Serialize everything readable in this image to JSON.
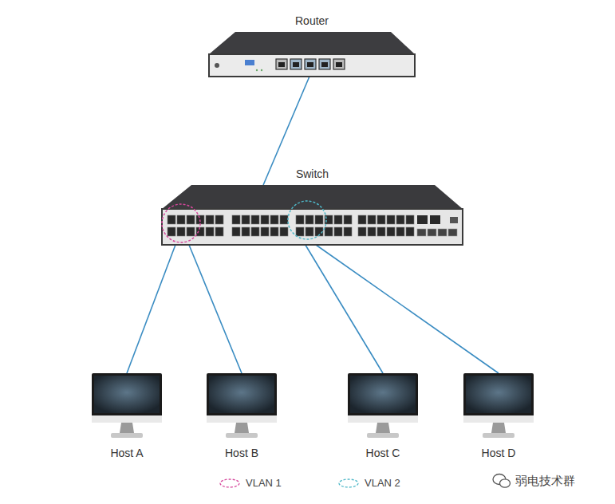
{
  "diagram": {
    "nodes": [
      {
        "text": [
          "Router"
        ]
      },
      {
        "text": [
          "Switch"
        ]
      },
      {
        "text": [
          "Host A"
        ]
      },
      {
        "text": [
          "Host B"
        ]
      },
      {
        "text": [
          "Host C"
        ]
      },
      {
        "text": [
          "Host D"
        ]
      }
    ],
    "edges": [
      {
        "from": 0,
        "to": 1,
        "arrow": "none"
      },
      {
        "from": 1,
        "to": 2,
        "arrow": "none"
      },
      {
        "from": 1,
        "to": 3,
        "arrow": "none"
      },
      {
        "from": 1,
        "to": 4,
        "arrow": "none"
      },
      {
        "from": 1,
        "to": 5,
        "arrow": "none"
      }
    ],
    "labels": [
      "弱电技术群"
    ],
    "legend": [
      {
        "text": "VLAN 1"
      },
      {
        "text": "VLAN 2"
      }
    ]
  }
}
